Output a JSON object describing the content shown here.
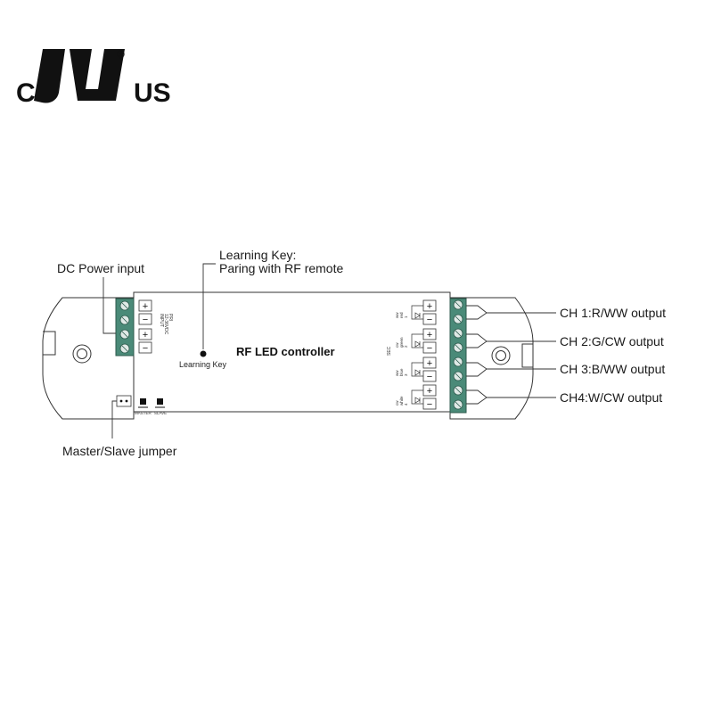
{
  "logo": {
    "left_text": "C",
    "right_text": "US",
    "registered_mark": "®",
    "mark_text": "UL"
  },
  "device": {
    "title": "RF LED controller",
    "learning_key_label": "Learning Key",
    "sec_label": "SEC",
    "input_block_text": [
      "INPUT",
      "12-36VDC",
      "PRI"
    ],
    "jumper_labels": [
      "MASTER",
      "SLAVE"
    ],
    "channel_tags": [
      {
        "color": "ww",
        "name": "red",
        "num": "1"
      },
      {
        "color": "cw",
        "name": "green",
        "num": "2"
      },
      {
        "color": "ww",
        "name": "blue",
        "num": "3"
      },
      {
        "color": "cw",
        "name": "white",
        "num": "4"
      }
    ],
    "terminal_signs": [
      "+",
      "−"
    ]
  },
  "callouts": {
    "dc_power": "DC Power input",
    "learning_key_line1": "Learning Key:",
    "learning_key_line2": "Paring with RF remote",
    "master_slave": "Master/Slave jumper",
    "ch1": "CH 1:R/WW output",
    "ch2": "CH 2:G/CW output",
    "ch3": "CH 3:B/WW output",
    "ch4": "CH4:W/CW output"
  },
  "colors": {
    "terminal_green": "#4a8a78",
    "outline": "#333333"
  }
}
